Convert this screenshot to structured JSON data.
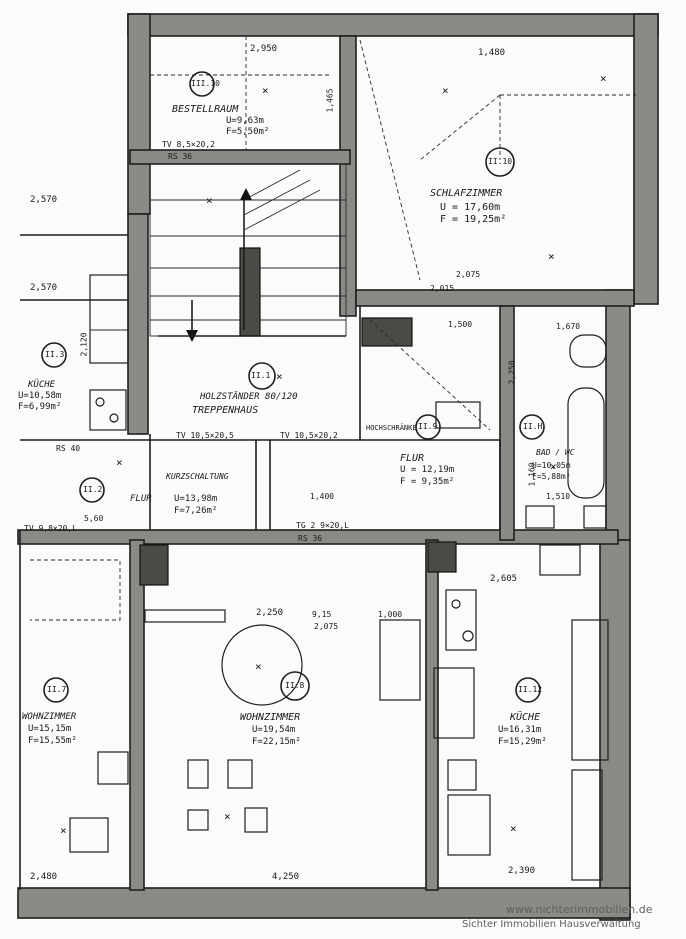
{
  "rooms": [
    {
      "id": "III10",
      "marker": "III.10",
      "name": "BESTELLRAUM",
      "u": "U=9,63m",
      "f": "F=5,50m²"
    },
    {
      "id": "II10",
      "marker": "II.10",
      "name": "SCHLAFZIMMER",
      "u": "U = 17,60m",
      "f": "F = 19,25m²"
    },
    {
      "id": "II3",
      "marker": "II.3",
      "name": "KÜCHE",
      "u": "U=10,58m",
      "f": "F=6,99m²"
    },
    {
      "id": "II1",
      "marker": "II.1",
      "name": "HOLZSTÄNDER 80/120",
      "name2": "TREPPENHAUS"
    },
    {
      "id": "II9",
      "marker": "II.9",
      "name": "FLUR",
      "u": "U = 12,19m",
      "f": "F = 9,35m²"
    },
    {
      "id": "IIH",
      "marker": "II.H",
      "name": "BAD / WC",
      "u": "U=10,05m",
      "f": "F=5,88m²"
    },
    {
      "id": "II2",
      "marker": "II.2",
      "name": "FLUR",
      "u": "U=13,98m",
      "f": "F=7,26m²"
    },
    {
      "id": "II7",
      "marker": "II.7",
      "name": "WOHNZIMMER",
      "u": "U=15,15m",
      "f": "F=15,55m²"
    },
    {
      "id": "II8",
      "marker": "II.8",
      "name": "WOHNZIMMER",
      "u": "U=19,54m",
      "f": "F=22,15m²"
    },
    {
      "id": "II12",
      "marker": "II.12",
      "name": "KÜCHE",
      "u": "U=16,31m",
      "f": "F=15,29m²"
    }
  ],
  "dimensions": {
    "d1": "2,950",
    "d2": "1,480",
    "d3": "2,570",
    "d4": "2,570",
    "d5": "2,120",
    "d6": "1,465",
    "d7": "1,500",
    "d8": "1,670",
    "d9": "2,605",
    "d10": "2,250",
    "d11": "4,250",
    "d12": "2,480",
    "d13": "2,390",
    "d14": "1,000",
    "d15": "2,075",
    "d16": "9,15",
    "d17": "5,60",
    "d18": "1,400",
    "d19": "1,160",
    "d20": "1,510",
    "d21": "2,250",
    "d22": "2,015",
    "d23": "2,075"
  },
  "notes": {
    "tv1": "TV 8,5×20,2",
    "rs1": "RS 36",
    "tv2": "TV 10,5×20,5",
    "tv3": "TV 10,5×20,2",
    "tv4": "TV 9,8×20,L",
    "tg": "TG 2  9×20,L",
    "rs2": "RS 36",
    "rs3": "RS 40",
    "hoch": "HOCHSCHRÄNKE",
    "kurz": "KURZSCHALTUNG"
  },
  "watermark": {
    "line1": "www.nichterimmobilien.de",
    "line2": "Sichter Immobilien Hausverwaltung"
  }
}
